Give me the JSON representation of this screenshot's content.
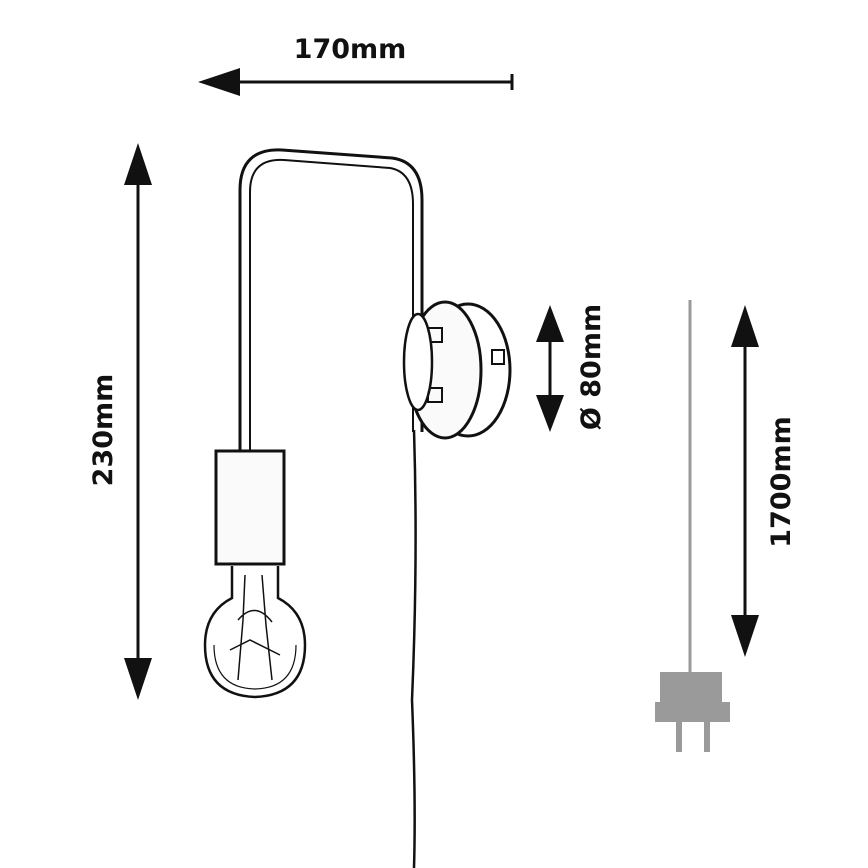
{
  "dimensions": {
    "width_label": "170mm",
    "height_label": "230mm",
    "mount_diameter_label": "Ø 80mm",
    "cable_length_label": "1700mm"
  },
  "colors": {
    "line": "#111111",
    "cable_plug": "#9a9a9a"
  }
}
